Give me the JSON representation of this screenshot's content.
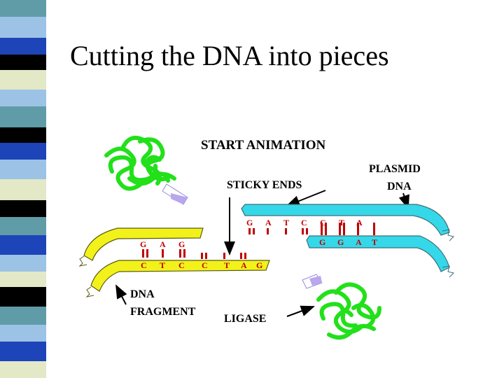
{
  "slide": {
    "title": "Cutting the DNA into pieces"
  },
  "sidebar": {
    "colors": [
      "#5f9ca8",
      "#9cc3e6",
      "#1d44b8",
      "#000000",
      "#e3e8c7",
      "#9cc3e6",
      "#5f9ca8",
      "#000000",
      "#1d44b8",
      "#9cc3e6",
      "#e3e8c7",
      "#000000",
      "#5f9ca8",
      "#1d44b8",
      "#9cc3e6",
      "#e3e8c7",
      "#000000",
      "#5f9ca8",
      "#9cc3e6",
      "#1d44b8",
      "#e3e8c7",
      "#000000"
    ]
  },
  "diagram": {
    "start_label": "START ANIMATION",
    "sticky_ends_label": "STICKY ENDS",
    "plasmid_label_line1": "PLASMID",
    "plasmid_label_line2": "DNA",
    "fragment_label_line1": "DNA",
    "fragment_label_line2": "FRAGMENT",
    "ligase_label": "LIGASE",
    "fragment_top_bases": [
      "G",
      "A",
      "G"
    ],
    "fragment_bottom_bases": [
      "C",
      "T",
      "C",
      "C",
      "T",
      "A",
      "G"
    ],
    "plasmid_top_bases": [
      "G",
      "A",
      "T",
      "C",
      "C",
      "T",
      "A"
    ],
    "plasmid_bottom_bases": [
      "G",
      "G",
      "A",
      "T"
    ],
    "colors": {
      "fragment": "#f2f21a",
      "plasmid": "#35d8e8",
      "enzyme": "#22e01a",
      "base_marks": "#c00000",
      "tab": "#b8a6ee"
    }
  }
}
